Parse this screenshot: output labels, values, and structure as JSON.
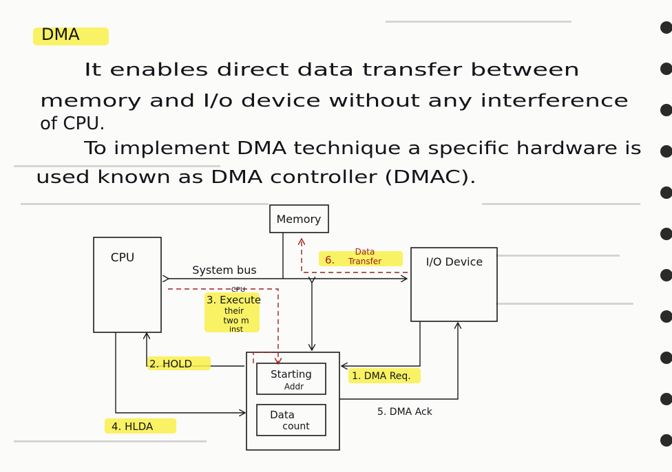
{
  "heading": "DMA",
  "paragraph1": [
    "It enables direct data transfer between",
    "memory and I/o device without any interference",
    "of CPU."
  ],
  "paragraph2": [
    "To implement DMA technique a specific hardware is",
    "used known as DMA controller (DMAC)."
  ],
  "diagram": {
    "memory_label": "Memory",
    "cpu_label": "CPU",
    "io_label": "I/O Device",
    "system_bus_label": "System bus",
    "data_transfer_label": [
      "6.",
      "Data",
      "Transfer"
    ],
    "execute_label": [
      "CPU",
      "3. Execute",
      "their",
      "two m",
      "inst"
    ],
    "hold_label": "2. HOLD",
    "hlda_label": "4. HLDA",
    "dma_req_label": "1. DMA Req.",
    "dma_ack_label": "5. DMA Ack",
    "starting_addr_label": [
      "Starting",
      "Addr"
    ],
    "data_count_label": [
      "Data",
      "count"
    ]
  },
  "colors": {
    "ink": "#14141a",
    "annotation_red": "#9b1e1e",
    "highlighter": "#f8f04a"
  }
}
